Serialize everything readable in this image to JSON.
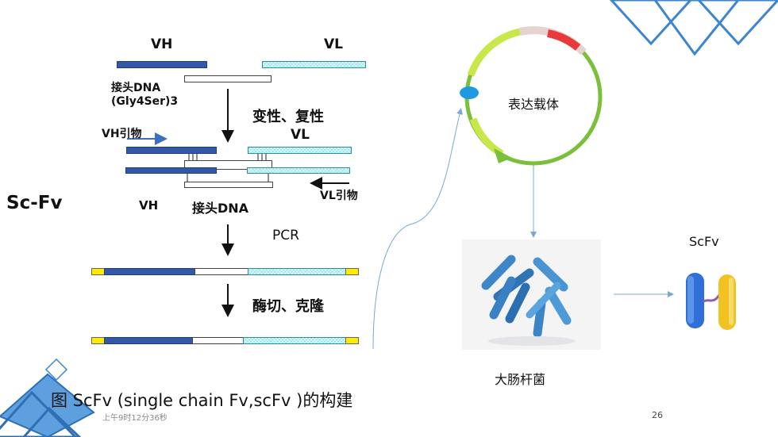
{
  "labels": {
    "vh_top": "VH",
    "vl_top": "VL",
    "linker_dna": "接头DNA",
    "linker_seq": "(Gly4Ser)3",
    "denature": "变性、复性",
    "vh_primer": "VH引物",
    "vl_mid": "VL",
    "vl_primer": "VL引物",
    "vh_bottom": "VH",
    "linker_bottom": "接头DNA",
    "pcr": "PCR",
    "digest_clone": "酶切、克隆",
    "scfv_side": "Sc-Fv",
    "vector": "表达载体",
    "ecoli": "大肠杆菌",
    "scfv_product": "ScFv",
    "caption": "图 ScFv (single chain Fv,scFv )的构建",
    "timestamp": "上午9时12分36秒",
    "page_number": "26"
  },
  "colors": {
    "vh": "#3358a8",
    "vl": "#9fe6ea",
    "linker": "#ffffff",
    "end_cap": "#ffea00",
    "plasmid_green": "#7cbf3a",
    "plasmid_yellow_green": "#c8e84a",
    "plasmid_red": "#e83a3a",
    "origin_dot": "#1e9be0",
    "deco_blue": "#3d86cf",
    "connector": "#7aa7d6"
  },
  "icons": [
    "bacteria-image",
    "scfv-molecule-icon",
    "diamond-decoration"
  ]
}
